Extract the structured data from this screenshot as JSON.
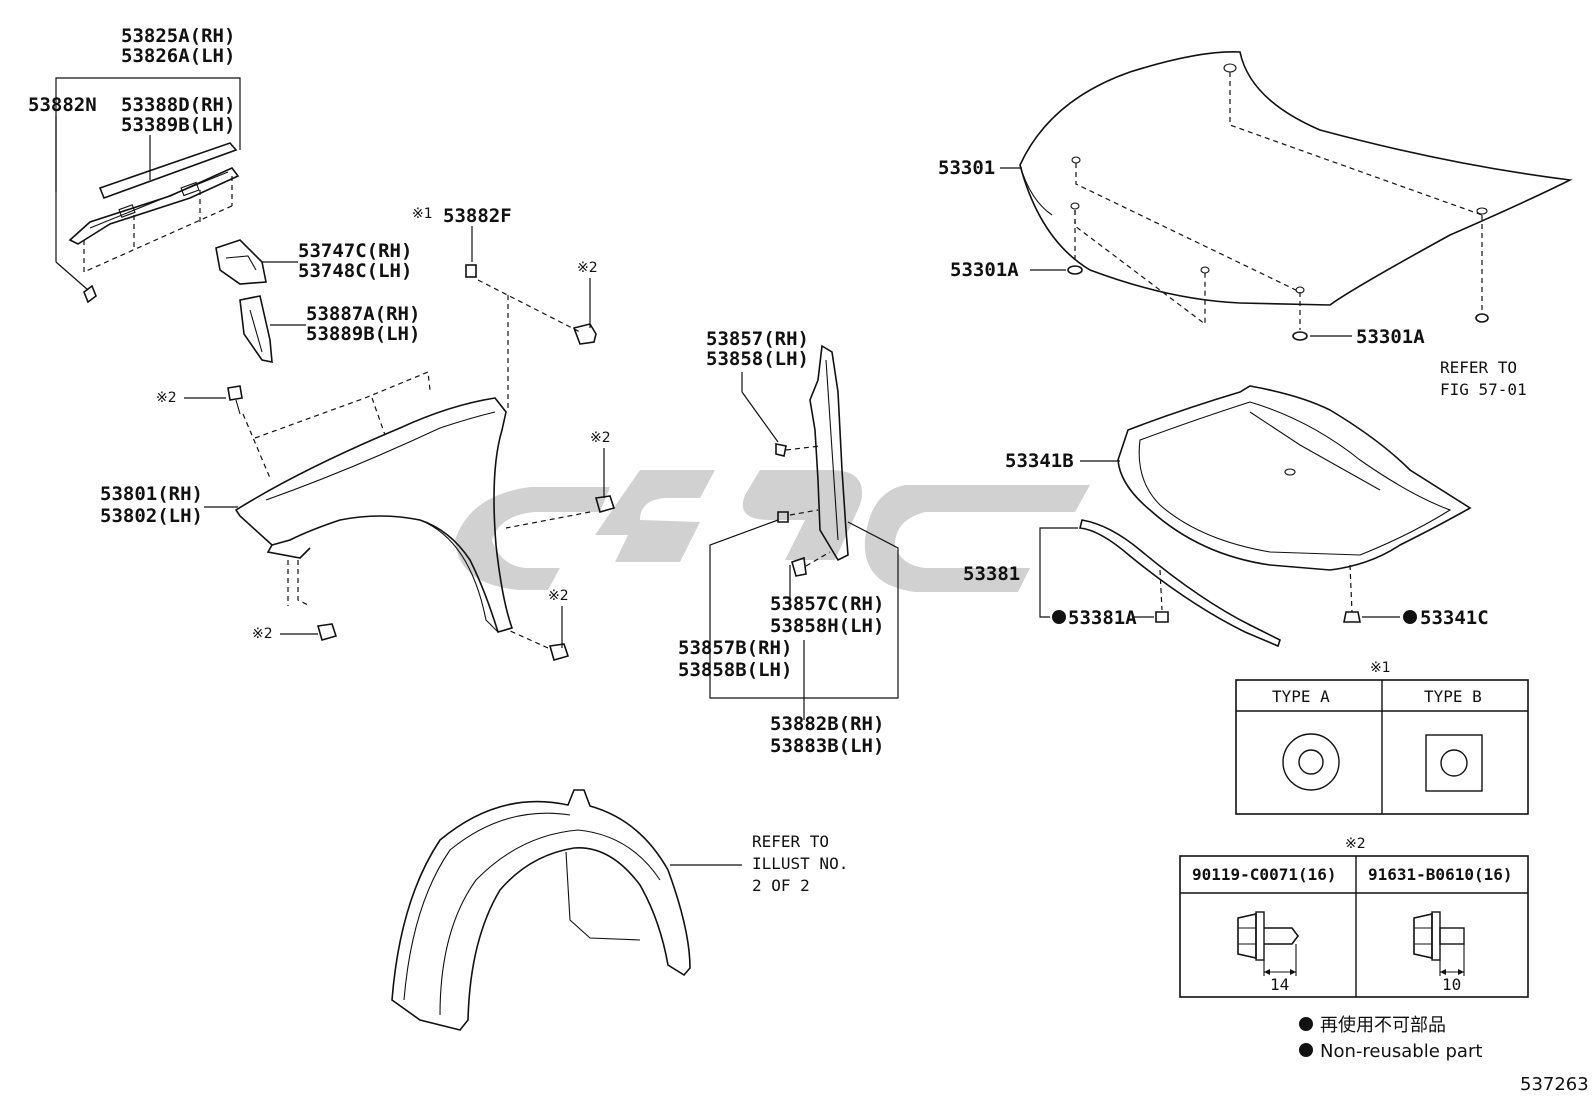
{
  "diagram_id": "537263",
  "labels": {
    "l53825A": "53825A(RH)",
    "l53826A": "53826A(LH)",
    "l53882N": "53882N",
    "l53388D": "53388D(RH)",
    "l53389B": "53389B(LH)",
    "l53747C": "53747C(RH)",
    "l53748C": "53748C(LH)",
    "l53887A": "53887A(RH)",
    "l53889B": "53889B(LH)",
    "l53882F": "53882F",
    "l53801": "53801(RH)",
    "l53802": "53802(LH)",
    "l53857": "53857(RH)",
    "l53858": "53858(LH)",
    "l53857C": "53857C(RH)",
    "l53858H": "53858H(LH)",
    "l53857B": "53857B(RH)",
    "l53858B": "53858B(LH)",
    "l53882B": "53882B(RH)",
    "l53883B": "53883B(LH)",
    "l53301": "53301",
    "l53301A_left": "53301A",
    "l53301A_right": "53301A",
    "l53341B": "53341B",
    "l53381": "53381",
    "l53381A": "53381A",
    "l53341C": "53341C",
    "refer_fig_1": "REFER TO",
    "refer_fig_2": "FIG 57-01",
    "refer_illust_1": "REFER TO",
    "refer_illust_2": "ILLUST NO.",
    "refer_illust_3": "2 OF 2"
  },
  "marks": {
    "note1": "※1",
    "note2": "※2"
  },
  "table1": {
    "type_a": "TYPE A",
    "type_b": "TYPE B"
  },
  "table2": {
    "bolt_1_part": "90119-C0071(16)",
    "bolt_2_part": "91631-B0610(16)",
    "bolt_1_length": "14",
    "bolt_2_length": "10"
  },
  "legend": {
    "jp": "再使用不可部品",
    "en": "Non-reusable part"
  }
}
